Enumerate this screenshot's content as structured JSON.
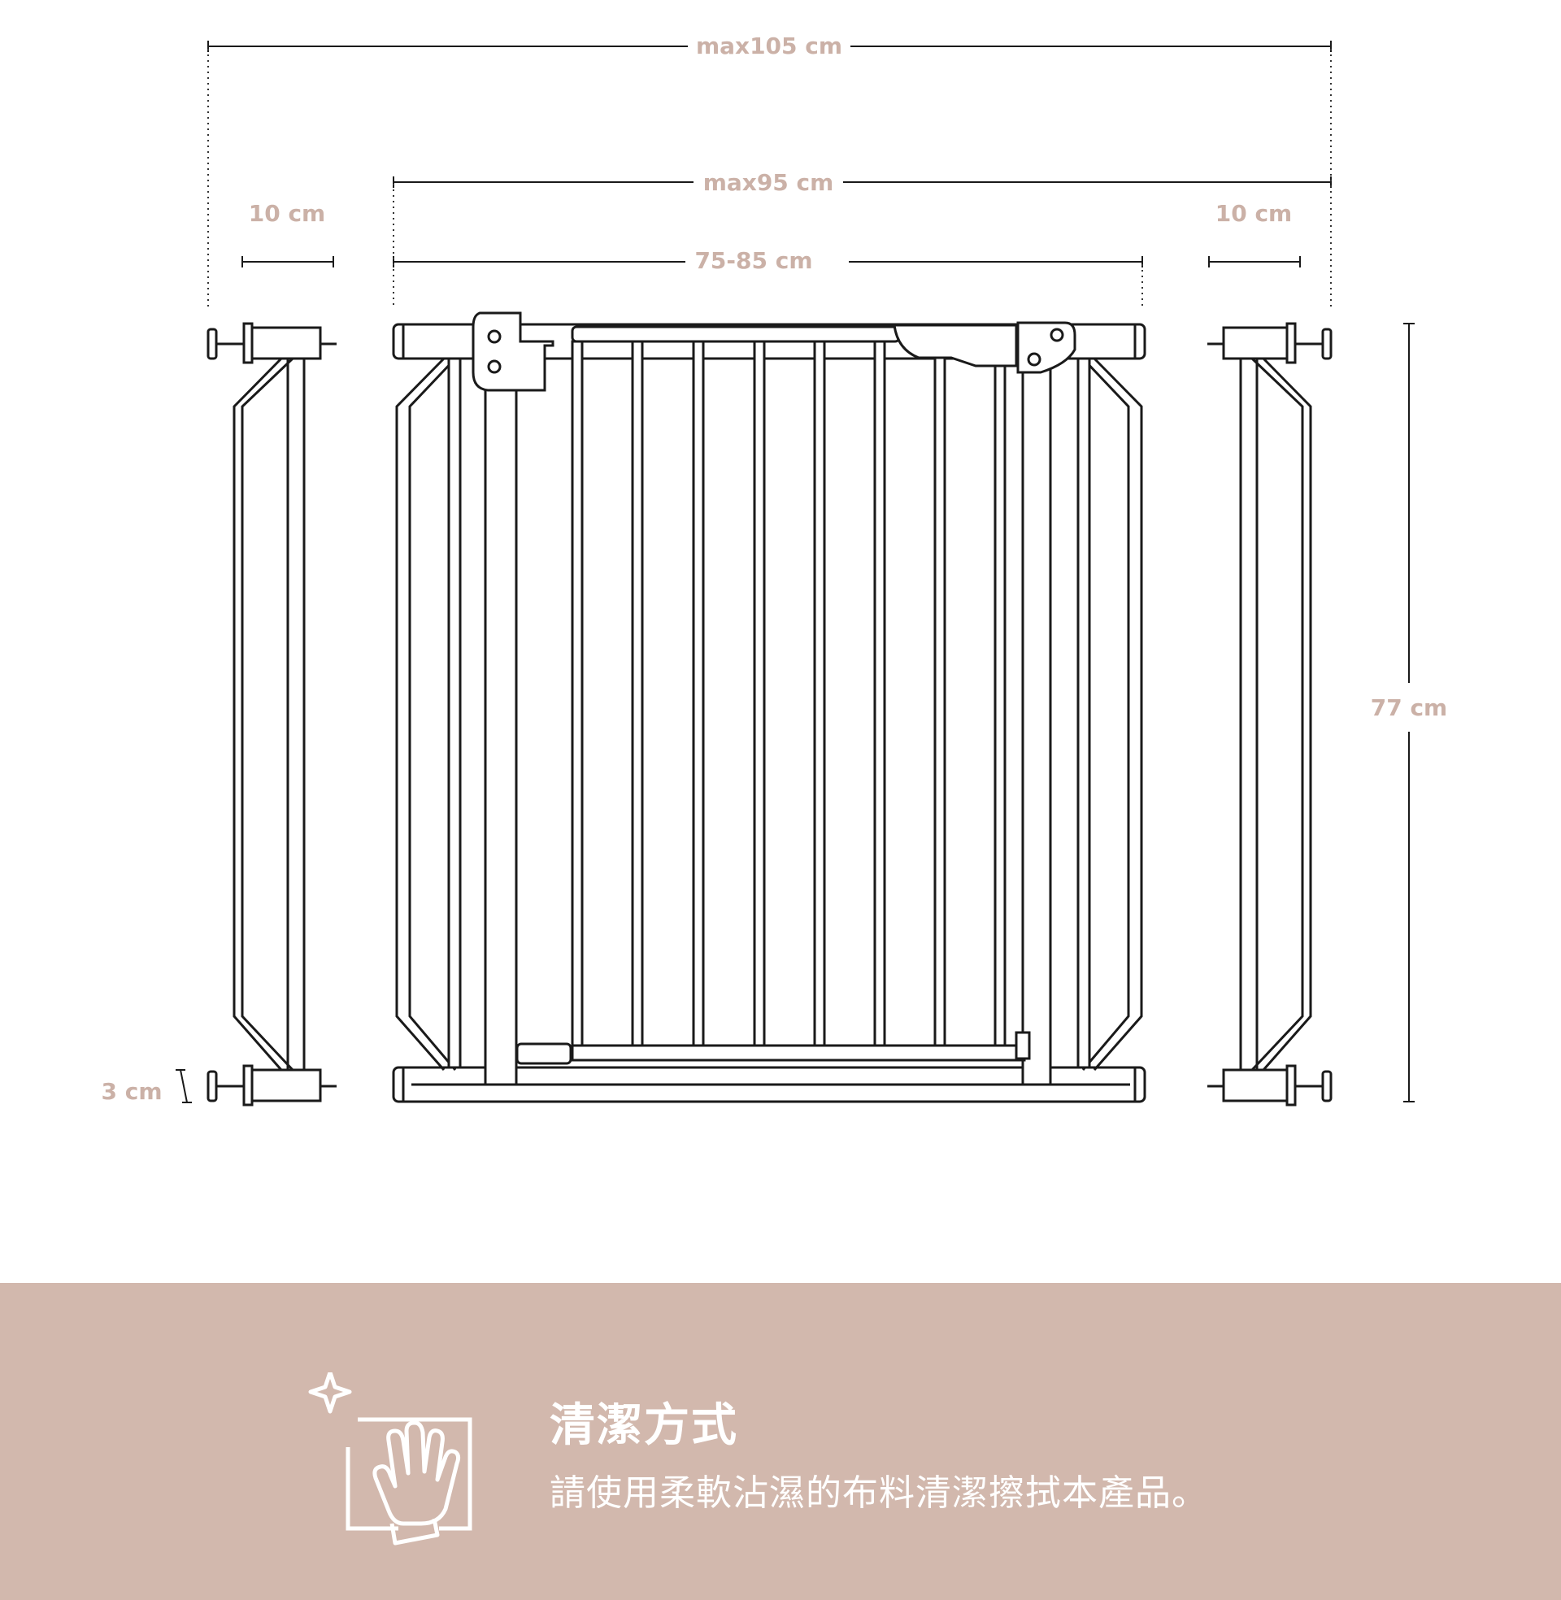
{
  "dimensions": {
    "total_width": "max105 cm",
    "max_width": "max95 cm",
    "range_width": "75-85 cm",
    "extension_left": "10 cm",
    "extension_right": "10 cm",
    "height": "77 cm",
    "bottom_gap": "3 cm"
  },
  "care": {
    "icon": "hand-wipe-icon",
    "title": "清潔方式",
    "text": "請使用柔軟沾濕的布料清潔擦拭本產品。"
  },
  "colors": {
    "accent": "#cbb1a7",
    "panel_bg": "#d2b8ad",
    "line": "#1a1a1a"
  }
}
